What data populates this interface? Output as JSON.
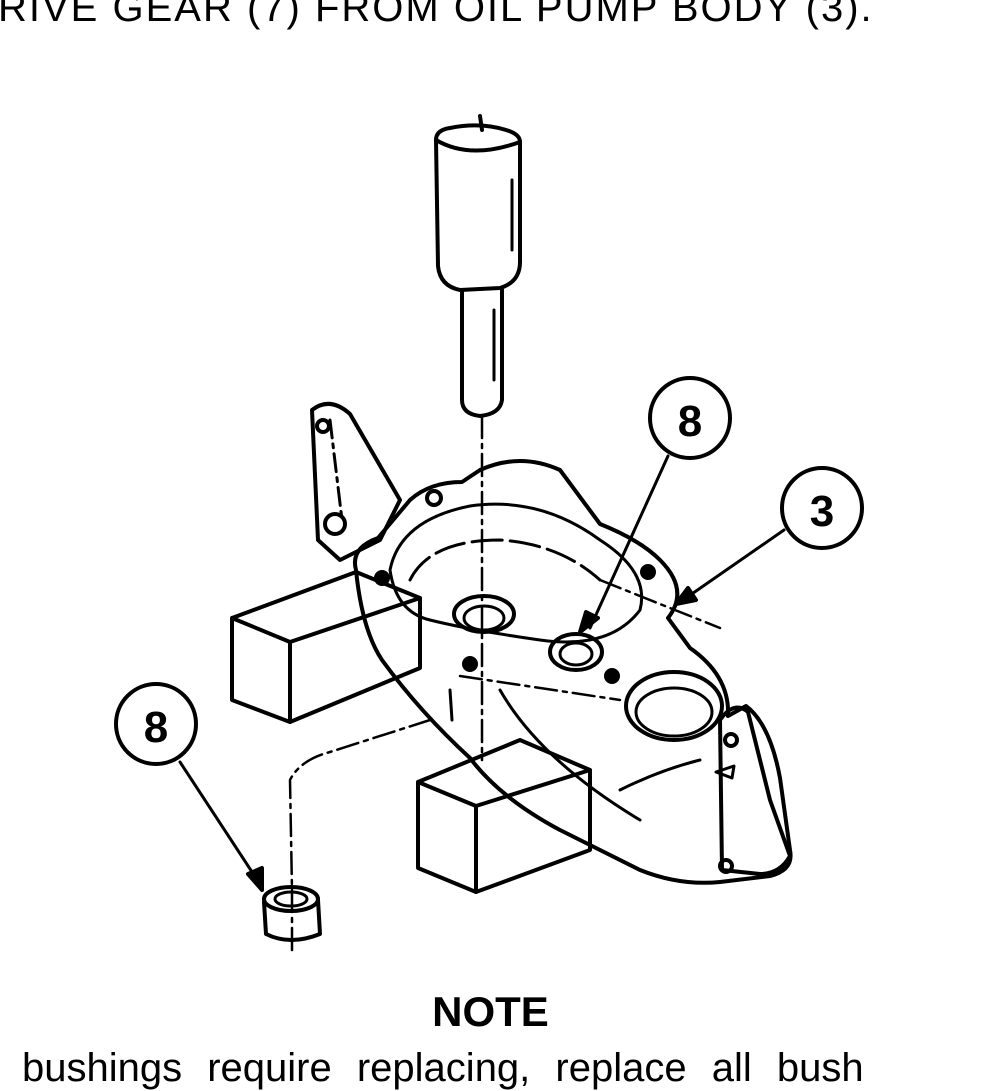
{
  "header": {
    "text": "RIVE GEAR (7) FROM OIL PUMP BODY (3)."
  },
  "callouts": [
    {
      "label": "8"
    },
    {
      "label": "3"
    },
    {
      "label": "8"
    }
  ],
  "note": {
    "heading": "NOTE",
    "text": "bushings require replacing, replace all bush"
  }
}
